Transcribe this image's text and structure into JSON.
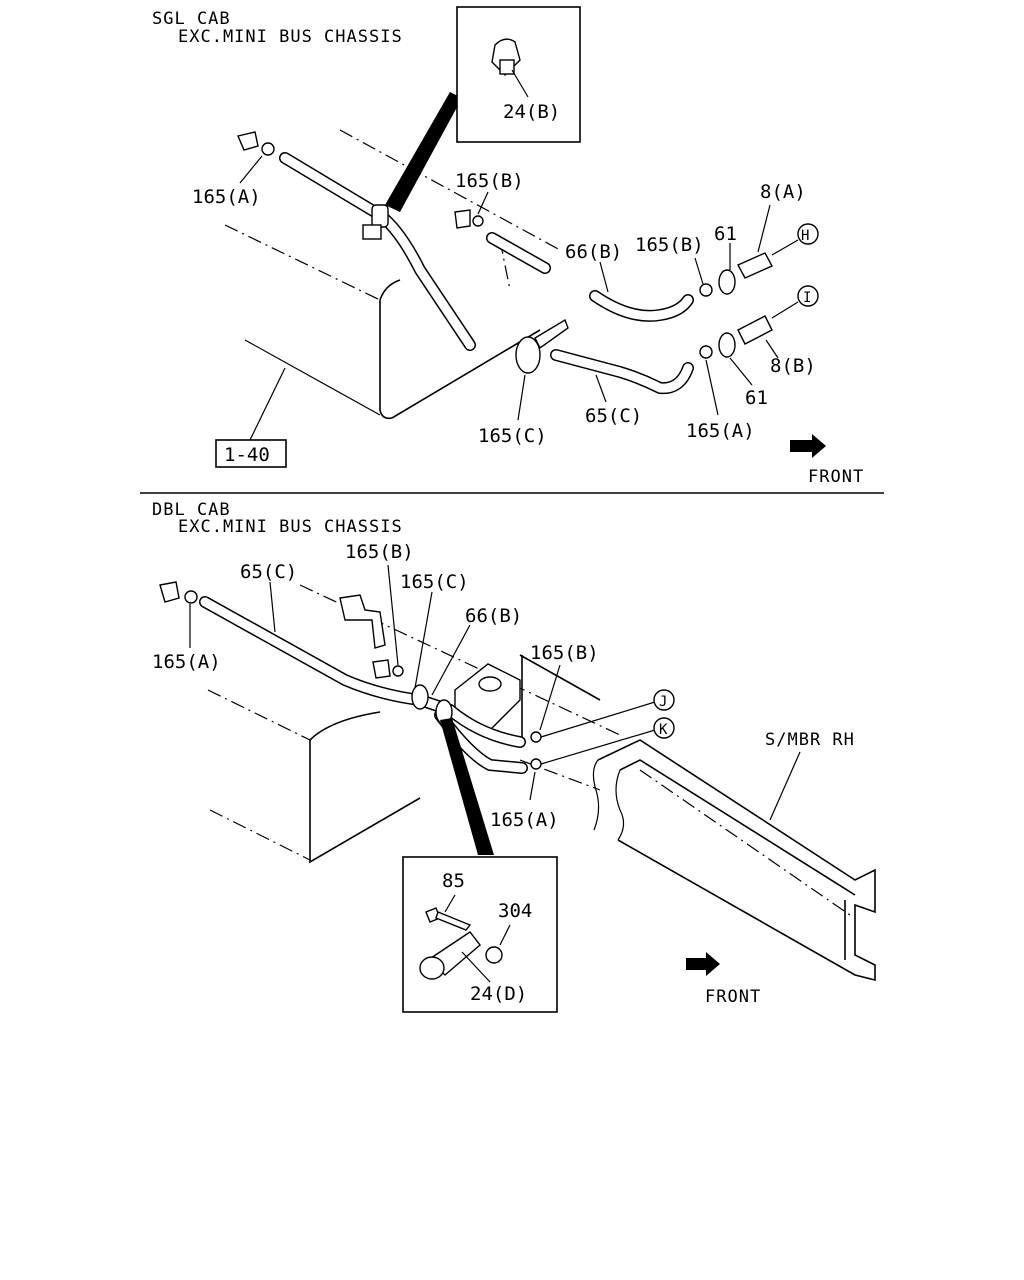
{
  "top_section": {
    "header_line1": "SGL CAB",
    "header_line2": "EXC.MINI BUS CHASSIS",
    "front_label": "FRONT",
    "ref_box": "1-40",
    "callouts": {
      "c24b": "24(B)",
      "c165a_left": "165(A)",
      "c165b_mid": "165(B)",
      "c66b": "66(B)",
      "c165b_right": "165(B)",
      "c61_top": "61",
      "c8a": "8(A)",
      "cH": "H",
      "cI": "I",
      "c8b": "8(B)",
      "c61_bottom": "61",
      "c165c": "165(C)",
      "c65c": "65(C)",
      "c165a_right": "165(A)"
    }
  },
  "bottom_section": {
    "header_line1": "DBL CAB",
    "header_line2": "EXC.MINI BUS CHASSIS",
    "front_label": "FRONT",
    "member_label": "S/MBR RH",
    "callouts": {
      "c165b_top": "165(B)",
      "c65c": "65(C)",
      "c165c": "165(C)",
      "c66b": "66(B)",
      "c165a_left": "165(A)",
      "c165b_right": "165(B)",
      "cJ": "J",
      "cK": "K",
      "c165a_bottom": "165(A)",
      "c85": "85",
      "c304": "304",
      "c24d": "24(D)"
    }
  }
}
